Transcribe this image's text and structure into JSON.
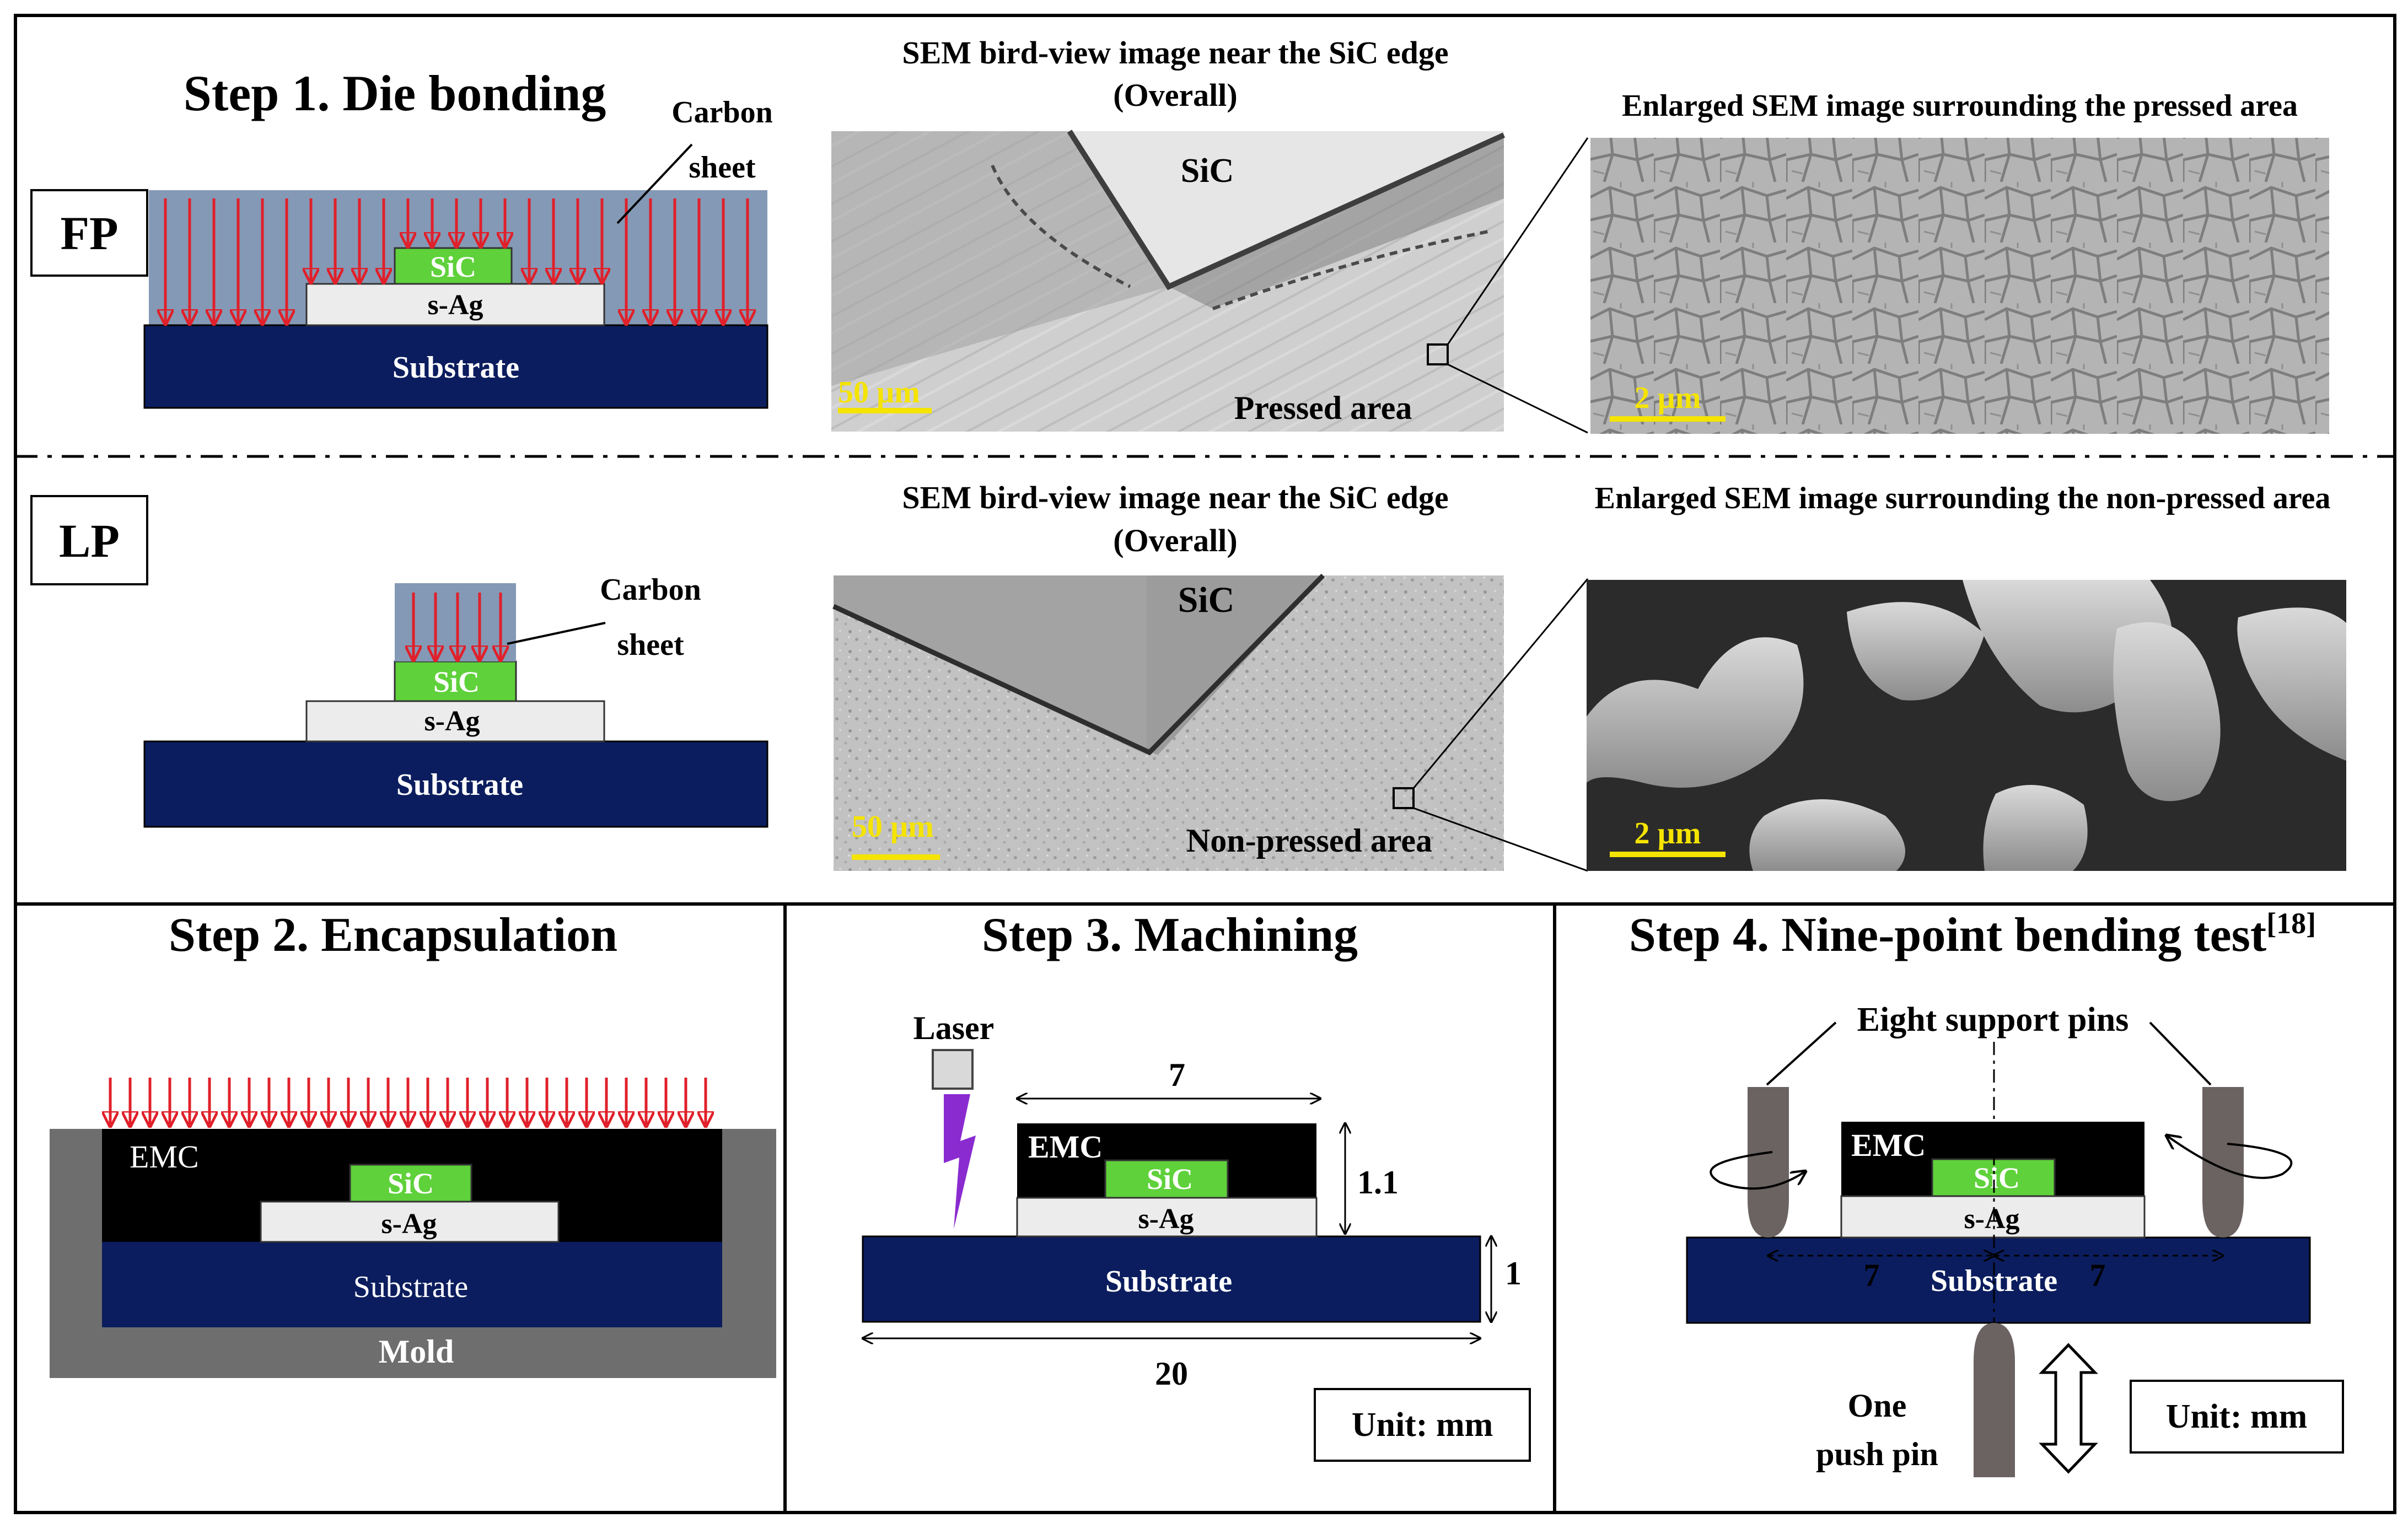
{
  "step1": {
    "title": "Step 1. Die bonding",
    "carbon_sheet": [
      "Carbon",
      "sheet"
    ],
    "fp": {
      "label": "FP",
      "sic": "SiC",
      "sag": "s-Ag",
      "substrate": "Substrate",
      "sem_overall_title": [
        "SEM bird-view image near the SiC edge",
        "(Overall)"
      ],
      "sem_overall_sic": "SiC",
      "sem_overall_scale": "50 µm",
      "sem_overall_area": "Pressed area",
      "sem_enlarged_title": "Enlarged SEM image surrounding the pressed area",
      "sem_enlarged_scale": "2 µm"
    },
    "lp": {
      "label": "LP",
      "sic": "SiC",
      "sag": "s-Ag",
      "substrate": "Substrate",
      "sem_overall_title": [
        "SEM bird-view image near the SiC edge",
        "(Overall)"
      ],
      "sem_overall_sic": "SiC",
      "sem_overall_scale": "50 µm",
      "sem_overall_area": "Non-pressed area",
      "sem_enlarged_title": "Enlarged SEM image surrounding the non-pressed area",
      "sem_enlarged_scale": "2 µm"
    }
  },
  "step2": {
    "title": "Step 2. Encapsulation",
    "emc": "EMC",
    "sic": "SiC",
    "sag": "s-Ag",
    "substrate": "Substrate",
    "mold": "Mold"
  },
  "step3": {
    "title": "Step 3. Machining",
    "laser": "Laser",
    "emc": "EMC",
    "sic": "SiC",
    "sag": "s-Ag",
    "substrate": "Substrate",
    "dim_width": "7",
    "dim_height": "1.1",
    "dim_sub_height": "1",
    "dim_sub_width": "20",
    "unit": "Unit: mm"
  },
  "step4": {
    "title": "Step 4. Nine-point bending test",
    "title_ref": "[18]",
    "support_pins": "Eight support pins",
    "emc": "EMC",
    "sic": "SiC",
    "sag": "s-Ag",
    "substrate": "Substrate",
    "dim_left": "7",
    "dim_right": "7",
    "push_pin": [
      "One",
      "push pin"
    ],
    "unit": "Unit: mm"
  },
  "colors": {
    "frame": "#000000",
    "substrate": "#0b1d5e",
    "sic": "#5fd13b",
    "sag": "#ececec",
    "carbon_sheet": "#8499b5",
    "arrow": "#e0202a",
    "emc": "#000000",
    "mold": "#6e6e6e",
    "pin": "#6b6262",
    "laser": "#8a2bd0",
    "scale_bar": "#f5e400"
  }
}
